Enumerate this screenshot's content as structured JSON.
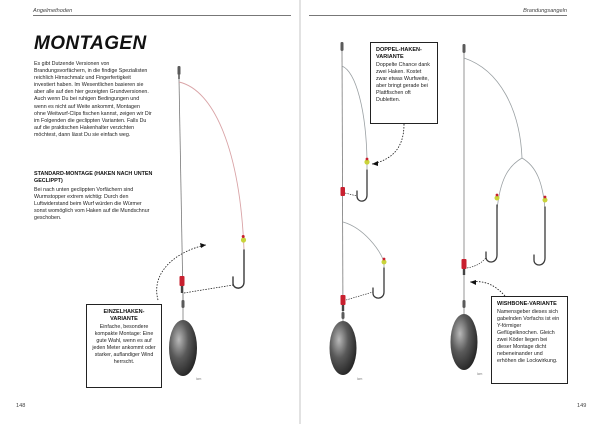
{
  "header": {
    "left": "Angelmethoden",
    "right": "Brandungsangeln"
  },
  "folios": {
    "left": "148",
    "right": "149"
  },
  "title": "MONTAGEN",
  "intro": "Es gibt Dutzende Versionen von Brandungsvorfächern, in die findige Spezialisten reichlich Hirnschmalz und Fingerfertigkeit investiert haben. Im Wesentlichen basieren sie aber alle auf den hier gezeigten Grundversionen. Auch wenn Du bei ruhigen Bedingungen und wenn es nicht auf Weite ankommt, Montagen ohne Weitwurf-Clips fischen kannst, zeigen wir Dir im Folgenden die geclippten Varianten. Falls Du auf die praktischen Hakenhalter verzichten möchtest, dann lässt Du sie einfach weg.",
  "section": {
    "heading": "STANDARD-MONTAGE (HAKEN NACH UNTEN GECLIPPT)",
    "text": "Bei nach unten geclippten Vorfächern sind Wurmstopper extrem wichtig: Durch den Luftwiderstand beim Wurf würden die Würmer sonst womöglich vom Haken auf die Mundschnur geschoben."
  },
  "callouts": {
    "einzel": {
      "title": "EINZELHAKEN-VARIANTE",
      "text": "Einfache, besondere kompakte Montage: Eine gute Wahl, wenn es auf jeden Meter ankommt oder starker, auflandiger Wind herrscht."
    },
    "doppel": {
      "title": "DOPPEL-HAKEN-VARIANTE",
      "text": "Doppelte Chance dank zwei Haken. Kostet zwar etwas Wurfweite, aber bringt gerade bei Plattfischen oft Dubletten."
    },
    "wish": {
      "title": "WISHBONE-VARIANTE",
      "text": "Namensgeber dieses sich gabelnden Vorfachs ist ein Y-förmiger Geflügelknochen. Gleich zwei Köder liegen bei dieser Montage dicht nebeneinander und erhöhen die Lockwirkung."
    }
  },
  "credits": [
    "lcm",
    "lcm",
    "lcm"
  ],
  "colors": {
    "line": "#7a7a7a",
    "snood": "#d9a3a6",
    "hook": "#3a3a3a",
    "bead_red": "#c8202f",
    "bead_yellow": "#c9d33a",
    "sinker_dark": "#2a2a2a",
    "sinker_light": "#9a9a9a"
  }
}
